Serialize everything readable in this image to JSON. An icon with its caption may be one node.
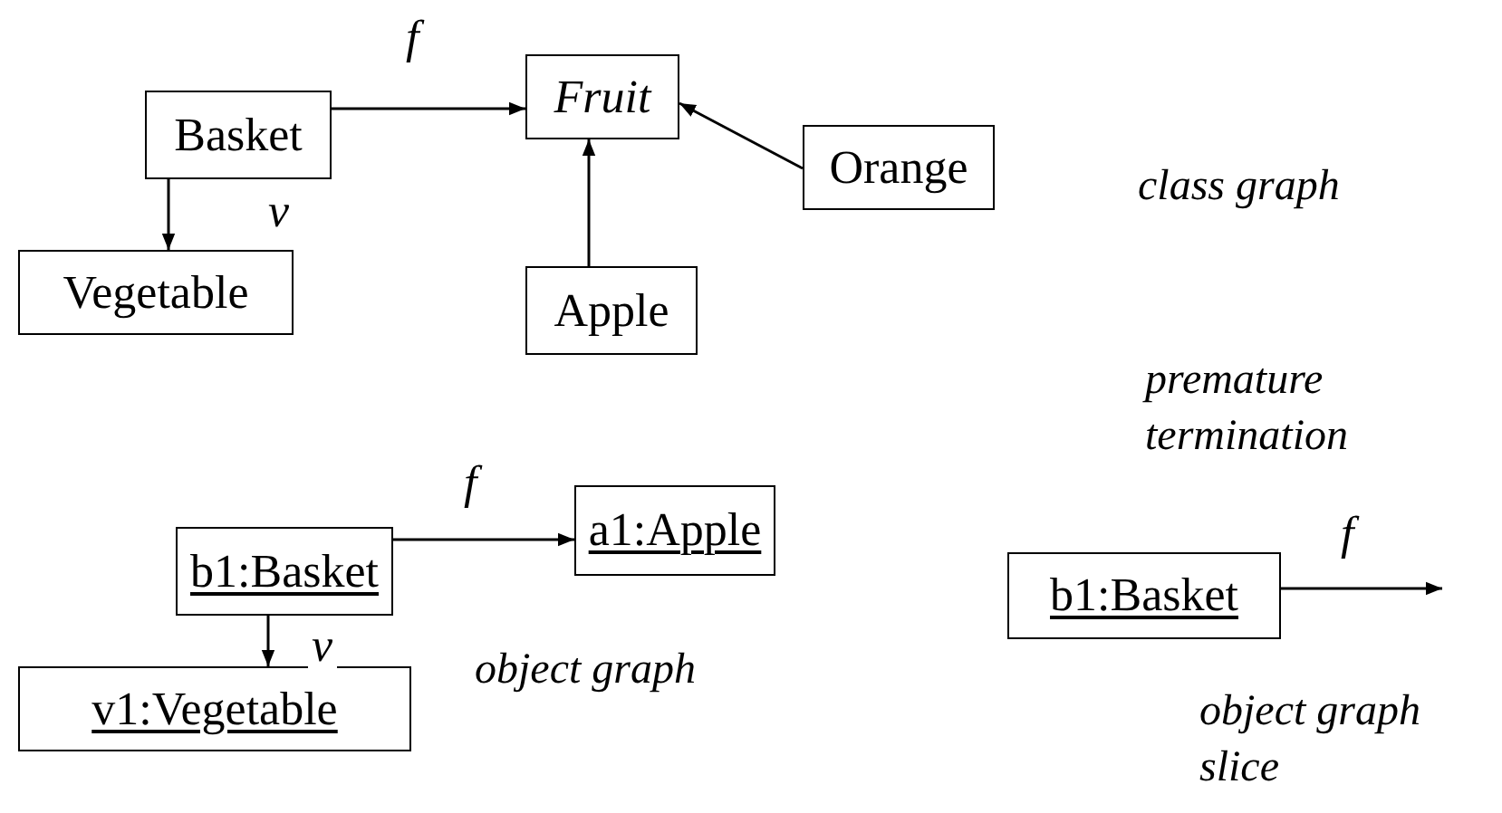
{
  "diagram": {
    "nodes": [
      {
        "text": [
          "Basket"
        ]
      },
      {
        "text": [
          "Fruit"
        ]
      },
      {
        "text": [
          "Orange"
        ]
      },
      {
        "text": [
          "Vegetable"
        ]
      },
      {
        "text": [
          "Apple"
        ]
      },
      {
        "text": [
          "b1:Basket"
        ]
      },
      {
        "text": [
          "a1:Apple"
        ]
      },
      {
        "text": [
          "v1:Vegetable"
        ]
      },
      {
        "text": [
          "b1:Basket"
        ]
      }
    ],
    "edges": [
      {
        "from": 0,
        "to": 1,
        "arrow": "to",
        "label": "f"
      },
      {
        "from": 0,
        "to": 3,
        "arrow": "to",
        "label": "v"
      },
      {
        "from": 2,
        "to": 1,
        "arrow": "to"
      },
      {
        "from": 4,
        "to": 1,
        "arrow": "to"
      },
      {
        "from": 5,
        "to": 6,
        "arrow": "to",
        "label": "f"
      },
      {
        "from": 5,
        "to": 7,
        "arrow": "to",
        "label": "v"
      },
      {
        "from": 8,
        "to": null,
        "arrow": "to",
        "label": "f"
      }
    ],
    "labels": [
      "class graph",
      "premature termination",
      "object graph",
      "object graph slice"
    ]
  }
}
